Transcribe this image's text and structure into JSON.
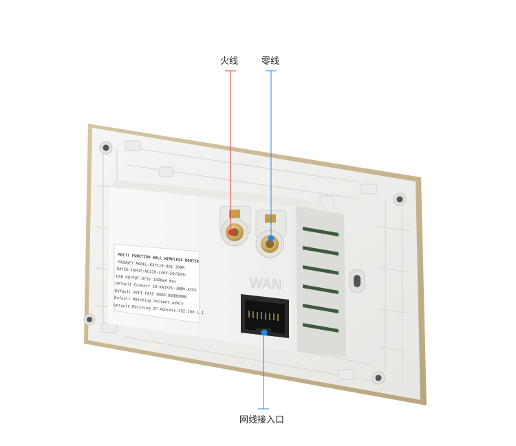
{
  "callouts": {
    "live_wire": {
      "label": "火线",
      "color": "#e53935"
    },
    "neutral_wire": {
      "label": "零线",
      "color": "#1e88e5"
    },
    "network_port": {
      "label": "网线接入口",
      "color": "#1e88e5"
    }
  },
  "device": {
    "port_marking": "WAN",
    "product_label": [
      "MULTI FUNCTION WALL WIRELESS ROUTER",
      "PRODUCT MODEL:KXY118-801-300M",
      "RATED INPUT:AC110-240V~50/60Hz",
      "USB OUTPUT:DC5V 1500mA Max",
      "Default Connect ID:KAIXYU-300M-XXXX",
      "Default WIFI PASS WORD:88888888",
      "Default Matching Account:admin",
      "Default Matching IP Address:192.168.1.1"
    ]
  },
  "colors": {
    "frame_gold": "#c9b58f",
    "plate_white": "#f1f1ef",
    "module_white": "#f7f7f6"
  }
}
